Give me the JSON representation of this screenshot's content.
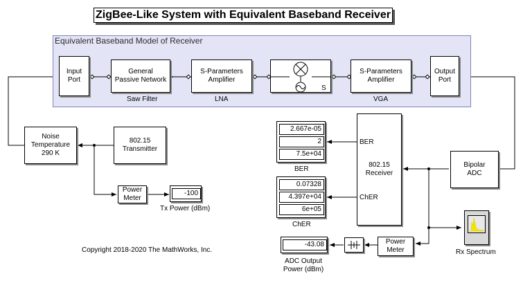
{
  "title": "ZigBee-Like System with Equivalent Baseband Receiver",
  "subsystem": {
    "label": "Equivalent Baseband Model of Receiver"
  },
  "blocks": {
    "input_port": "Input\nPort",
    "saw_filter": "General\nPassive Network",
    "saw_filter_caption": "Saw Filter",
    "lna": "S-Parameters\nAmplifier",
    "lna_caption": "LNA",
    "mixer_port_label": "S",
    "vga": "S-Parameters\nAmplifier",
    "vga_caption": "VGA",
    "output_port": "Output\nPort",
    "noise_temp": "Noise\nTemperature\n290 K",
    "transmitter": "802.15\nTransmitter",
    "tx_power_meter": "Power\nMeter",
    "receiver": "802.15\nReceiver",
    "receiver_ber_port": "BER",
    "receiver_cher_port": "ChER",
    "bipolar_adc": "Bipolar\nADC",
    "rx_power_meter": "Power\nMeter",
    "rx_spectrum_caption": "Rx Spectrum"
  },
  "displays": {
    "ber": {
      "values": [
        "2.667e-05",
        "2",
        "7.5e+04"
      ],
      "caption": "BER"
    },
    "cher": {
      "values": [
        "0.07328",
        "4.397e+04",
        "6e+05"
      ],
      "caption": "ChER"
    },
    "tx_power": {
      "value": "-100",
      "caption": "Tx Power (dBm)"
    },
    "adc_power": {
      "value": "-43.08",
      "caption": "ADC Output\nPower (dBm)"
    }
  },
  "copyright": "Copyright 2018-2020 The MathWorks, Inc.",
  "colors": {
    "subsystem_fill": "#e3e5f7",
    "scope_signal": "#f2e600"
  }
}
